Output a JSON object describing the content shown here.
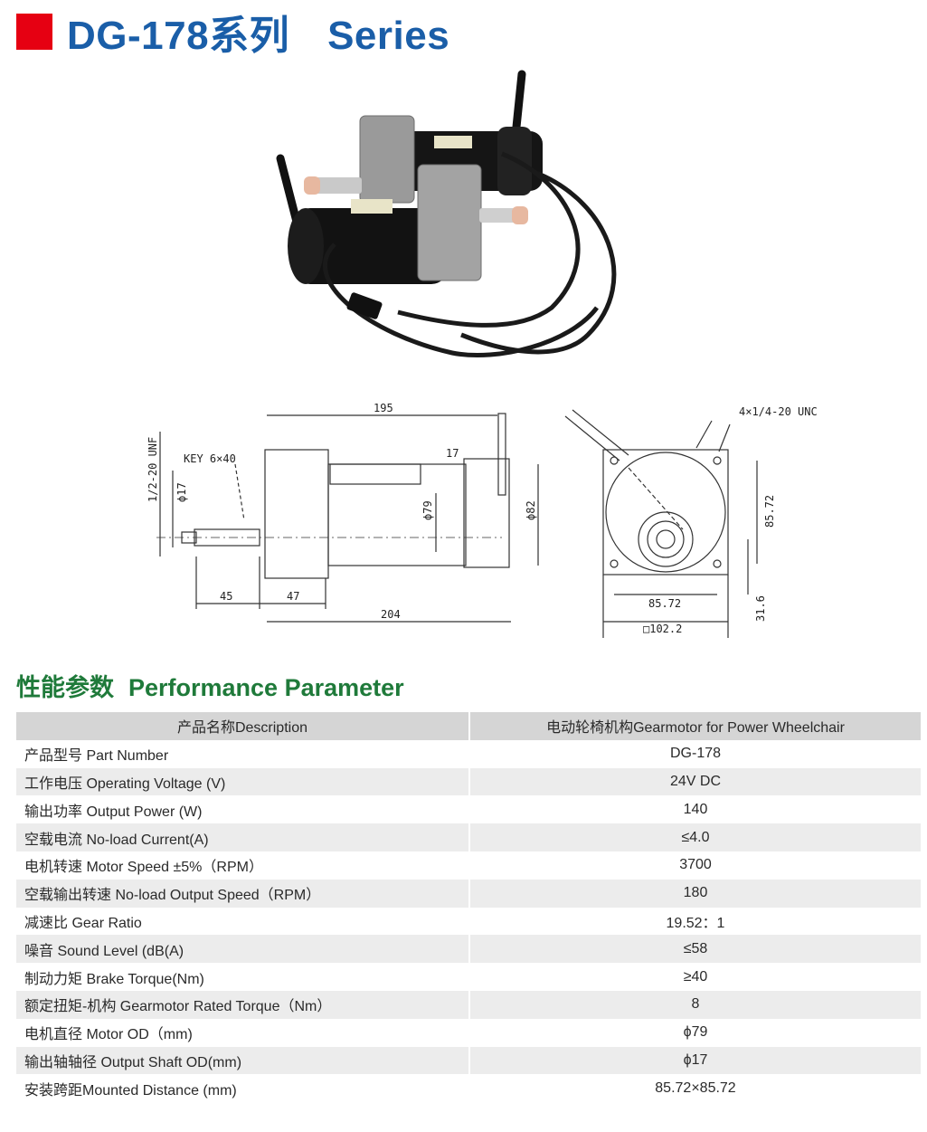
{
  "header": {
    "title_cn": "DG-178系列",
    "title_en": "Series",
    "accent": "#e60012",
    "title_color": "#1a5ea8"
  },
  "photo": {
    "icon": "wheelchair-gearmotor-pair-photo"
  },
  "drawing": {
    "dims": {
      "d195": "195",
      "thread": "1/2-20 UNF",
      "d17": "ϕ17",
      "key": "KEY 6×40",
      "d79": "ϕ79",
      "d82": "ϕ82",
      "d45": "45",
      "d47": "47",
      "d204": "204",
      "holes": "4×1/4-20 UNC",
      "d8572v": "85.72",
      "d8572h": "85.72",
      "d1022": "□102.2",
      "d316": "31.6",
      "d17b": "17"
    }
  },
  "section": {
    "title_cn": "性能参数",
    "title_en": "Performance Parameter",
    "color": "#1f7a3a"
  },
  "table": {
    "header": [
      "产品名称Description",
      "电动轮椅机构Gearmotor for Power Wheelchair"
    ],
    "rows": [
      [
        "产品型号 Part Number",
        "DG-178"
      ],
      [
        "工作电压 Operating Voltage (V)",
        "24V DC"
      ],
      [
        "输出功率 Output Power (W)",
        "140"
      ],
      [
        "空载电流 No-load Current(A)",
        "≤4.0"
      ],
      [
        "电机转速 Motor Speed ±5%（RPM）",
        "3700"
      ],
      [
        "空载输出转速 No-load Output Speed（RPM）",
        "180"
      ],
      [
        "减速比 Gear Ratio",
        "19.52：1"
      ],
      [
        "噪音 Sound Level (dB(A)",
        "≤58"
      ],
      [
        "制动力矩 Brake Torque(Nm)",
        "≥40"
      ],
      [
        "额定扭矩-机构 Gearmotor Rated Torque（Nm）",
        "8"
      ],
      [
        "电机直径 Motor OD（mm)",
        "ϕ79"
      ],
      [
        "输出轴轴径 Output Shaft OD(mm)",
        "ϕ17"
      ],
      [
        "安装跨距Mounted Distance (mm)",
        "85.72×85.72"
      ]
    ]
  }
}
